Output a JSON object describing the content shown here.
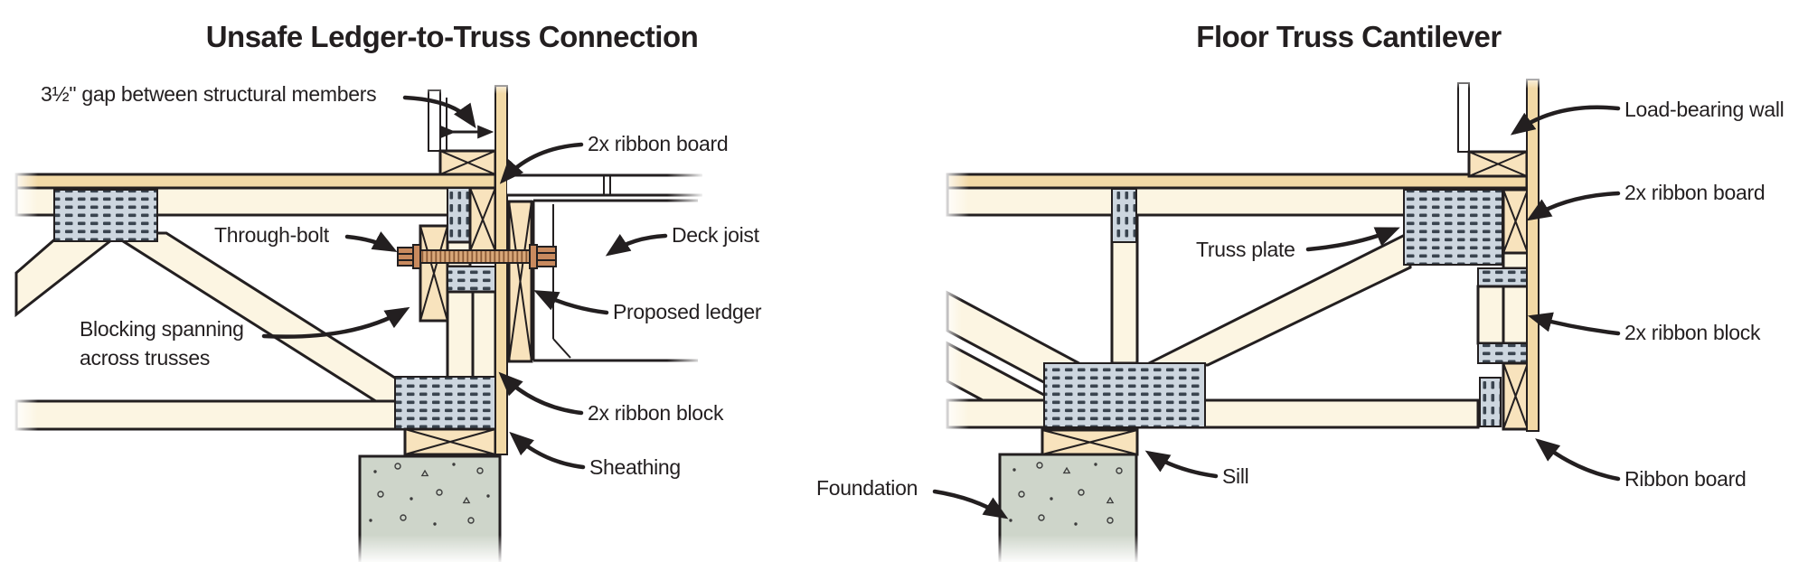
{
  "figure": {
    "type": "construction-detail-diagram",
    "panel_count": 2
  },
  "palette": {
    "outline": "#231f20",
    "wood_cream": "#fcf5e2",
    "wood_tan": "#f2d9a6",
    "wood_block": "#f8e3bd",
    "plate_fill": "#cdd6df",
    "plate_dash": "#3a444f",
    "bolt_light": "#d9a87a",
    "bolt_dark": "#c98a5e",
    "concrete": "#ced5ca",
    "label_color": "#231f20",
    "background": "#ffffff"
  },
  "left": {
    "title": "Unsafe Ledger-to-Truss Connection",
    "labels": {
      "gap": "3½\" gap between structural members",
      "ribbon_board": "2x ribbon board",
      "through_bolt": "Through-bolt",
      "deck_joist": "Deck joist",
      "proposed_ledger": "Proposed ledger",
      "blocking_line1": "Blocking spanning",
      "blocking_line2": "across trusses",
      "ribbon_block": "2x ribbon block",
      "sheathing": "Sheathing"
    }
  },
  "right": {
    "title": "Floor Truss Cantilever",
    "labels": {
      "load_bearing_wall": "Load-bearing wall",
      "ribbon_board_2x": "2x ribbon board",
      "truss_plate": "Truss plate",
      "ribbon_block_2x": "2x ribbon block",
      "ribbon_board": "Ribbon board",
      "sill": "Sill",
      "foundation": "Foundation"
    }
  }
}
